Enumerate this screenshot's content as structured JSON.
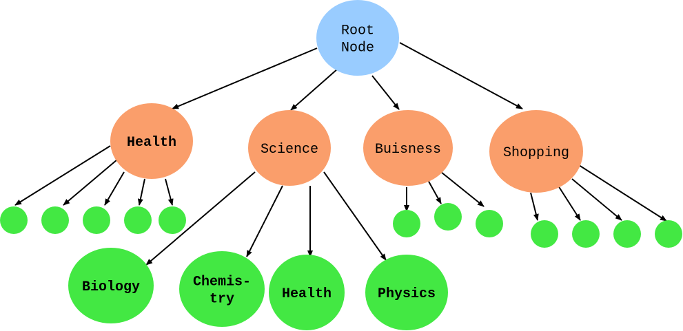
{
  "colors": {
    "root": "#99ccff",
    "category": "#fa9e6b",
    "leaf": "#43e843",
    "edge": "#000000"
  },
  "nodes": {
    "root": {
      "lines": [
        "Root",
        "Node"
      ]
    },
    "health": {
      "lines": [
        "Health"
      ]
    },
    "science": {
      "lines": [
        "Science"
      ]
    },
    "business": {
      "lines": [
        "Buisness"
      ]
    },
    "shopping": {
      "lines": [
        "Shopping"
      ]
    },
    "biology": {
      "lines": [
        "Biology"
      ]
    },
    "chemistry": {
      "lines": [
        "Chemis-",
        "try"
      ]
    },
    "health2": {
      "lines": [
        "Health"
      ]
    },
    "physics": {
      "lines": [
        "Physics"
      ]
    }
  }
}
